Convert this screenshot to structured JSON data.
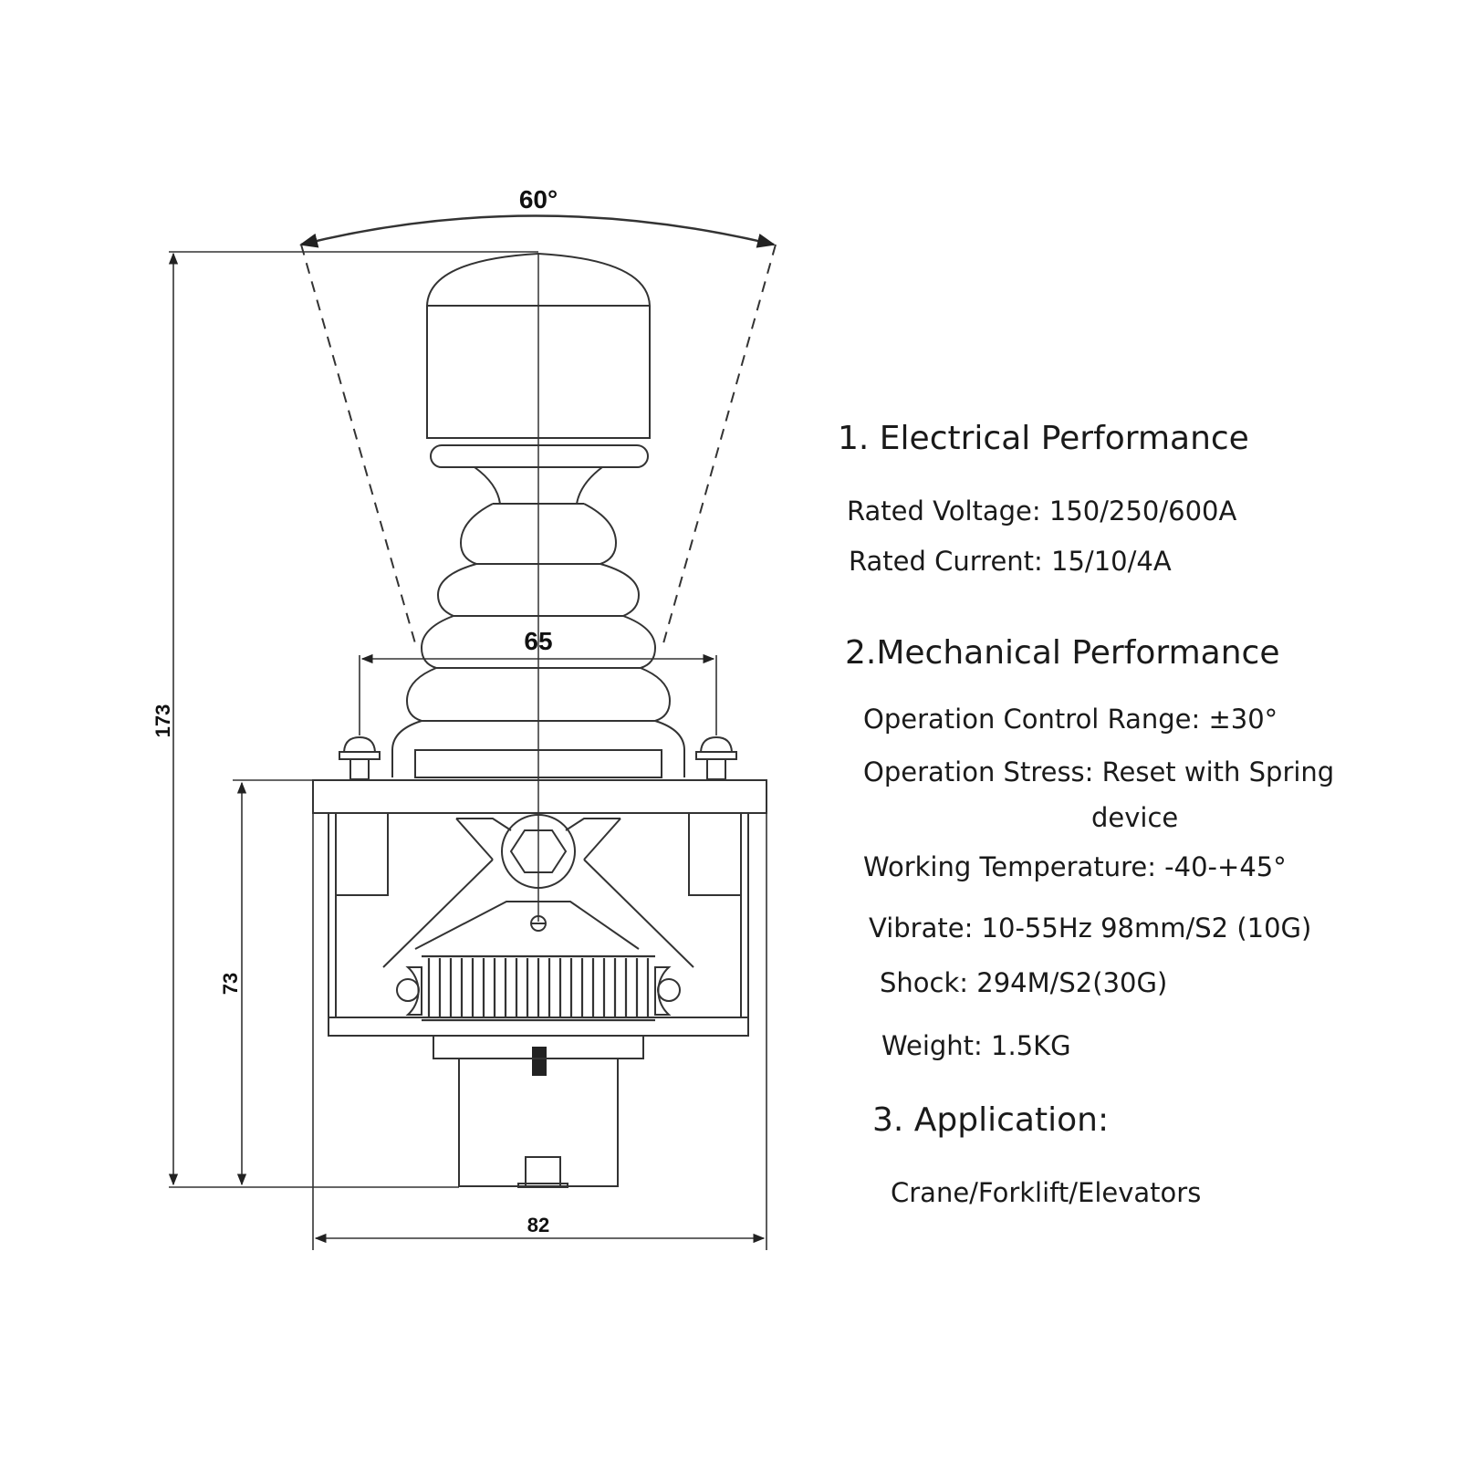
{
  "dimensions": {
    "angle": "60°",
    "height": "173",
    "body_height": "73",
    "width": "82",
    "mount_span": "65"
  },
  "specs": {
    "electrical": {
      "heading": "1. Electrical Performance",
      "rated_voltage": "Rated Voltage: 150/250/600A",
      "rated_current": "Rated Current: 15/10/4A"
    },
    "mechanical": {
      "heading": "2.Mechanical Performance",
      "control_range": "Operation Control Range: ±30°",
      "stress_line1": "Operation Stress: Reset with Spring",
      "stress_line2": "device",
      "temperature": "Working Temperature: -40-+45°",
      "vibrate": "Vibrate: 10-55Hz 98mm/S2 (10G)",
      "shock": "Shock: 294M/S2(30G)",
      "weight": "Weight: 1.5KG"
    },
    "application": {
      "heading": "3. Application:",
      "uses": "Crane/Forklift/Elevators"
    }
  }
}
